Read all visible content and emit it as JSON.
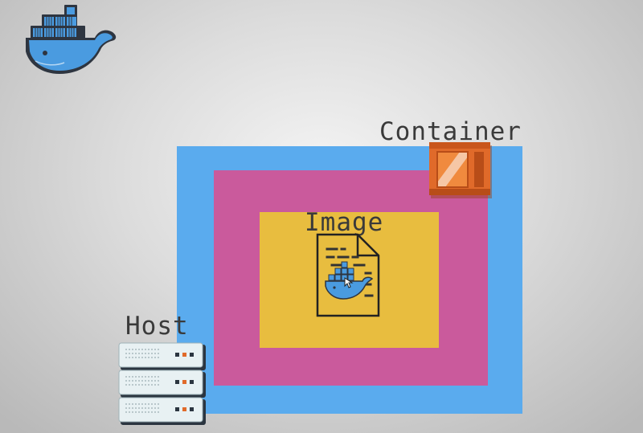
{
  "diagram": {
    "labels": {
      "container": "Container",
      "image": "Image",
      "host": "Host"
    },
    "colors": {
      "host_layer": "#5aabee",
      "container_layer": "#ca5a9c",
      "image_layer": "#e8bd3f",
      "container_icon": "#e06a2a",
      "docker_blue": "#4a9be0",
      "server_body": "#e8f1f3"
    },
    "icons": [
      "docker-whale-logo-icon",
      "container-box-icon",
      "image-file-icon",
      "server-rack-icon"
    ]
  }
}
